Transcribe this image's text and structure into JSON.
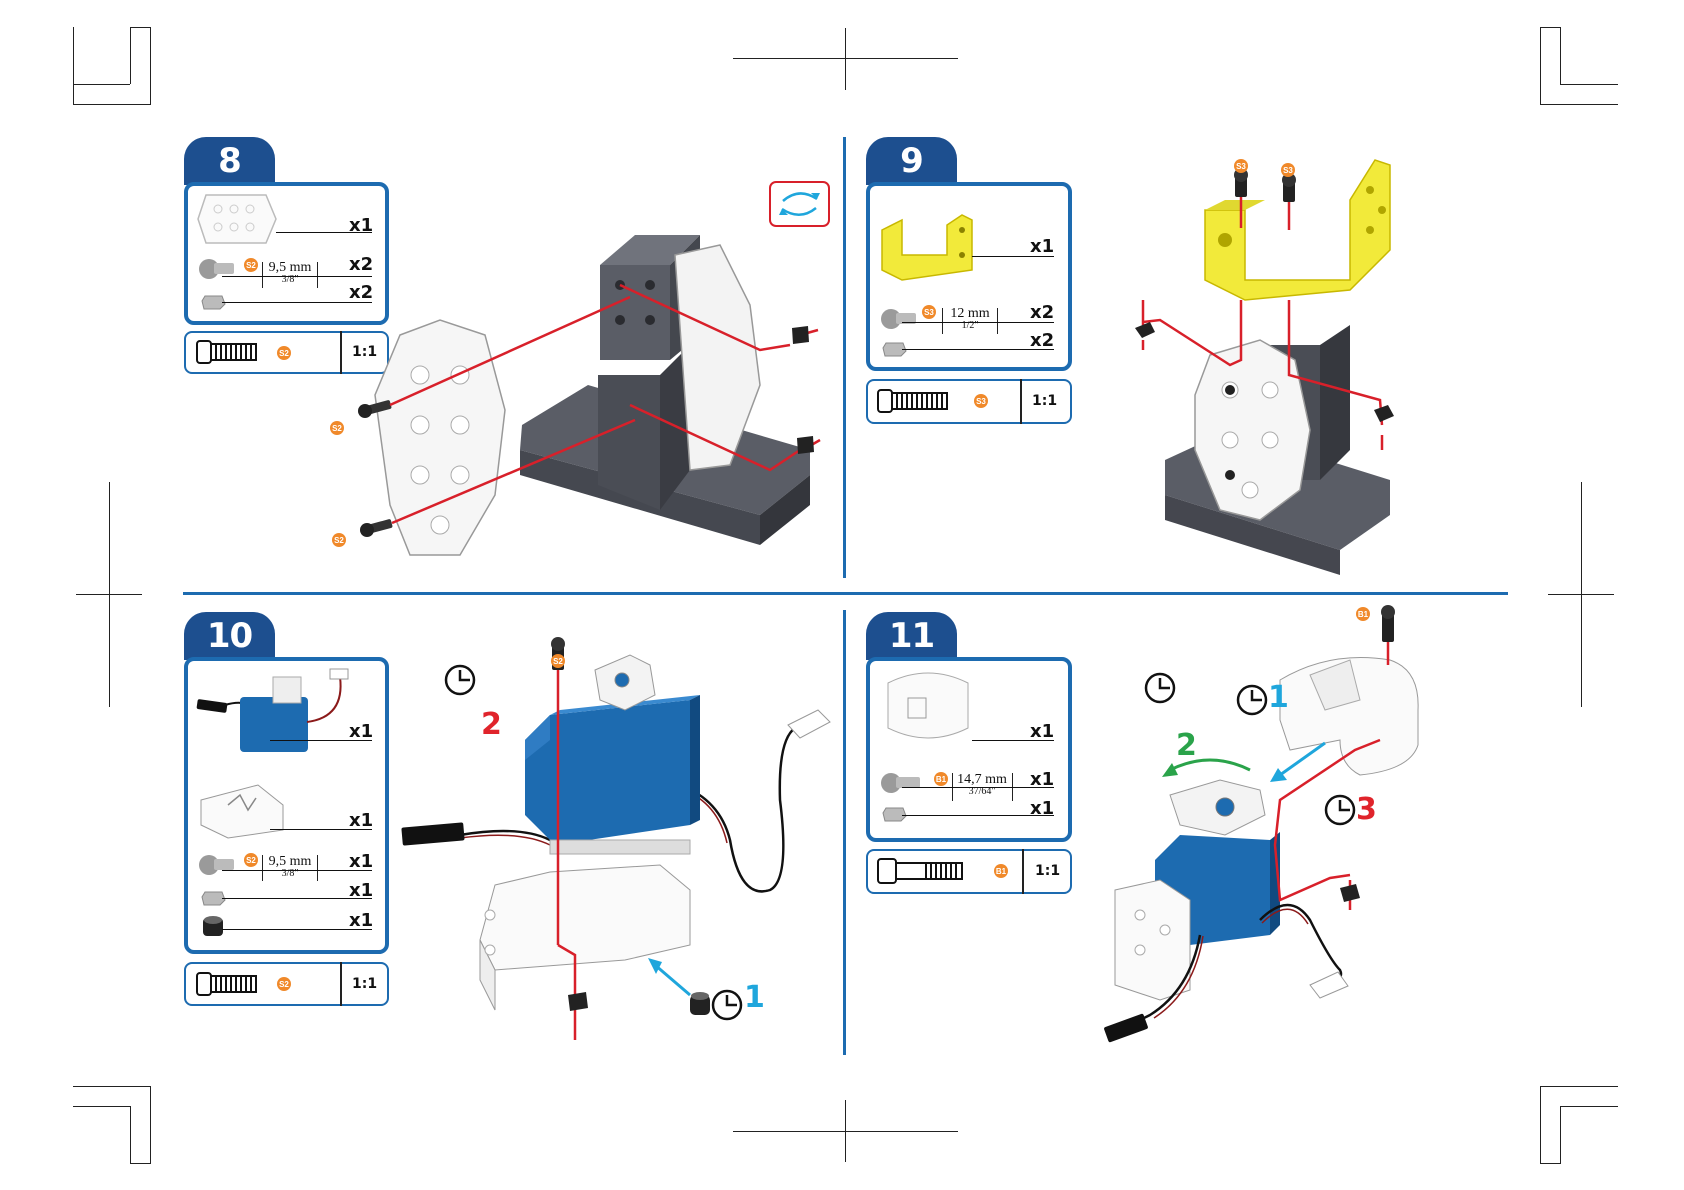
{
  "steps": [
    {
      "number": "8",
      "parts": [
        {
          "qty": "x1"
        },
        {
          "qty": "x2",
          "badge": "S2",
          "dim_big": "9,5 mm",
          "dim_small": "3/8\""
        },
        {
          "qty": "x2"
        }
      ],
      "scale": {
        "badge": "S2",
        "ratio": "1:1"
      },
      "diagram_badges": [
        "S2",
        "S2"
      ]
    },
    {
      "number": "9",
      "parts": [
        {
          "qty": "x1"
        },
        {
          "qty": "x2",
          "badge": "S3",
          "dim_big": "12 mm",
          "dim_small": "1/2\""
        },
        {
          "qty": "x2"
        }
      ],
      "scale": {
        "badge": "S3",
        "ratio": "1:1"
      },
      "diagram_badges": [
        "S3",
        "S3"
      ]
    },
    {
      "number": "10",
      "parts": [
        {
          "qty": "x1"
        },
        {
          "qty": "x1"
        },
        {
          "qty": "x1",
          "badge": "S2",
          "dim_big": "9,5 mm",
          "dim_small": "3/8\""
        },
        {
          "qty": "x1"
        },
        {
          "qty": "x1"
        }
      ],
      "scale": {
        "badge": "S2",
        "ratio": "1:1"
      },
      "diagram_badges": [
        "S2"
      ],
      "sequence": [
        "2",
        "1"
      ]
    },
    {
      "number": "11",
      "parts": [
        {
          "qty": "x1"
        },
        {
          "qty": "x1",
          "badge": "B1",
          "dim_big": "14,7 mm",
          "dim_small": "37/64\""
        },
        {
          "qty": "x1"
        }
      ],
      "scale": {
        "badge": "B1",
        "ratio": "1:1"
      },
      "diagram_badges": [
        "B1"
      ],
      "sequence": [
        "1",
        "2",
        "3"
      ]
    }
  ],
  "colors": {
    "accent_blue": "#1d6bb0",
    "tab_blue": "#1d4f8f",
    "arrow_red": "#d8202a",
    "badge_orange": "#f0892a",
    "seq_red": "#e0242b",
    "seq_green": "#2aa34a",
    "seq_cyan": "#1fa6dc"
  }
}
